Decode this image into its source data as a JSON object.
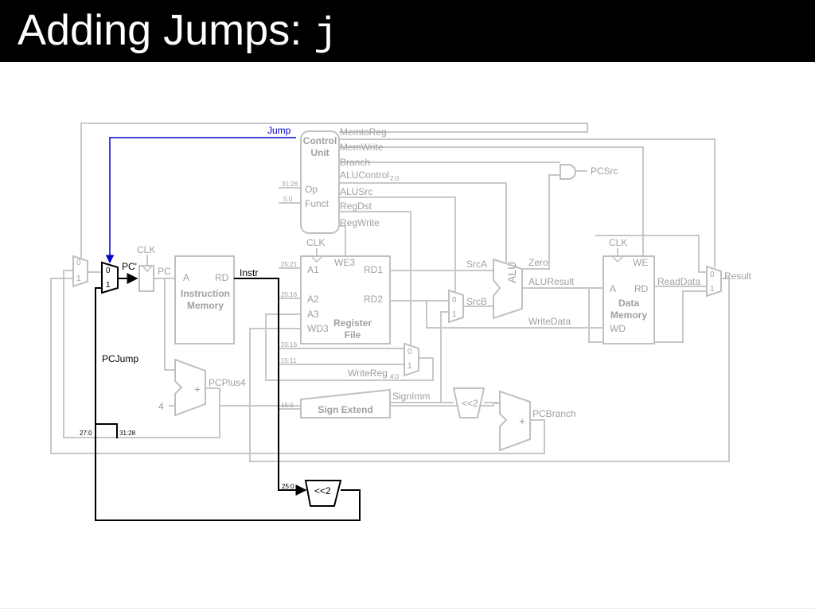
{
  "slide": {
    "title": "Adding Jumps: ",
    "title_code": "j"
  },
  "colors": {
    "title_background": "#000000",
    "title_text": "#ffffff",
    "faded": "#c0c0c0",
    "faded_text": "#a0a0a0",
    "jump_path": "#000000",
    "jump_signal": "#0000cc"
  },
  "labels": {
    "jump": "Jump",
    "memtoreg": "MemtoReg",
    "memwrite": "MemWrite",
    "branch": "Branch",
    "alucontrol": "ALUControl",
    "alucontrol_bits": "2:0",
    "alusrc": "ALUSrc",
    "regdst": "RegDst",
    "regwrite": "RegWrite",
    "pcsrc": "PCSrc",
    "control_unit_1": "Control",
    "control_unit_2": "Unit",
    "op": "Op",
    "funct": "Funct",
    "op_bits": "31:26",
    "funct_bits": "5:0",
    "clk_pc": "CLK",
    "clk_rf": "CLK",
    "clk_dm": "CLK",
    "pc_prime": "PC'",
    "pc": "PC",
    "im_a": "A",
    "im_rd": "RD",
    "im_name_1": "Instruction",
    "im_name_2": "Memory",
    "instr": "Instr",
    "rf_we3": "WE3",
    "rf_a1": "A1",
    "rf_a2": "A2",
    "rf_a3": "A3",
    "rf_wd3": "WD3",
    "rf_rd1": "RD1",
    "rf_rd2": "RD2",
    "rf_name_1": "Register",
    "rf_name_2": "File",
    "bits_25_21": "25:21",
    "bits_20_16_a2": "20:16",
    "bits_20_16_wr": "20:16",
    "bits_15_11": "15:11",
    "bits_15_0": "15:0",
    "writereg": "WriteReg",
    "writereg_bits": "4:0",
    "signext": "Sign Extend",
    "signimm": "SignImm",
    "srca": "SrcA",
    "srcb": "SrcB",
    "alu": "ALU",
    "zero": "Zero",
    "aluresult": "ALUResult",
    "writedata": "WriteData",
    "dm_we": "WE",
    "dm_a": "A",
    "dm_rd": "RD",
    "dm_wd": "WD",
    "dm_name_1": "Data",
    "dm_name_2": "Memory",
    "readdata": "ReadData",
    "result": "Result",
    "pcplus4": "PCPlus4",
    "const4": "4",
    "shl2_branch": "<<2",
    "pcbranch": "PCBranch",
    "pcjump": "PCJump",
    "bits_27_0": "27:0",
    "bits_31_28": "31:28",
    "bits_25_0": "25:0",
    "shl2_jump": "<<2",
    "plus_pc": "+",
    "plus_branch": "+",
    "mux_pcsrc_0": "0",
    "mux_pcsrc_1": "1",
    "mux_jump_0": "0",
    "mux_jump_1": "1",
    "mux_alusrc_0": "0",
    "mux_alusrc_1": "1",
    "mux_regdst_0": "0",
    "mux_regdst_1": "1",
    "mux_memtoreg_0": "0",
    "mux_memtoreg_1": "1"
  }
}
